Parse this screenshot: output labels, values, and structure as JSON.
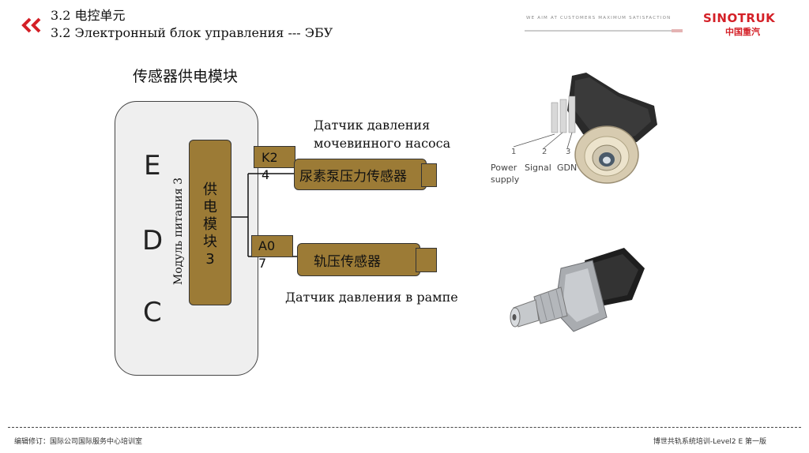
{
  "header": {
    "title_cn": "3.2 电控单元",
    "title_ru": "3.2 Электронный блок управления --- ЭБУ",
    "slogan": "WE  AIM  AT  CUSTOMERS  MAXIMUM  SATISFACTION",
    "logo_text": "SINOTRUK",
    "logo_cn": "中国重汽",
    "accent_color": "#d42027"
  },
  "diagram": {
    "heading": "传感器供电模块",
    "edc_letters": [
      "E",
      "D",
      "C"
    ],
    "module_label_cn": "供\n电\n模\n块\n3",
    "module_label_ru": "Модуль питания 3",
    "pin_top": "K2\n4",
    "pin_bottom": "A0\n7",
    "sensor_top_label": "尿素泵压力传感器",
    "sensor_bottom_label": "轨压传感器",
    "caption_top_line1": "Датчик давления",
    "caption_top_line2": "мочевинного насоса",
    "caption_bottom": "Датчик давления в рампе",
    "fill_color": "#9c7b36"
  },
  "photo1": {
    "label_power_line1": "Power",
    "label_power_line2": "supply",
    "label_signal": "Signal",
    "label_gdn": "GDN",
    "pin1": "1",
    "pin2": "2",
    "pin3": "3"
  },
  "footer": {
    "left": "编辑修订：国际公司国际服务中心培训室",
    "right": "博世共轨系统培训-Level2 E    第一版"
  }
}
